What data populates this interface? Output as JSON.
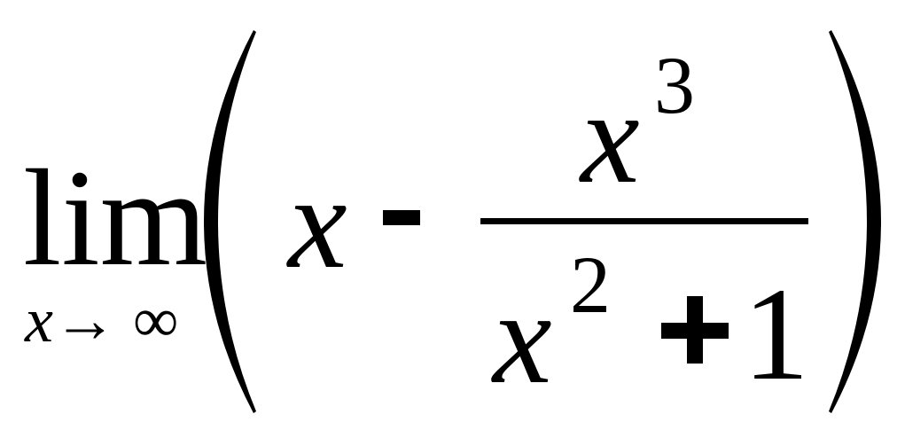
{
  "expression": {
    "operator": "lim",
    "subscript_var": "x",
    "subscript_arrow": "→",
    "subscript_limit": "∞",
    "term_var": "x",
    "operation": "-",
    "numerator_var": "x",
    "numerator_exponent": "3",
    "denominator_var": "x",
    "denominator_exponent": "2",
    "denominator_operation": "+",
    "denominator_constant": "1"
  }
}
